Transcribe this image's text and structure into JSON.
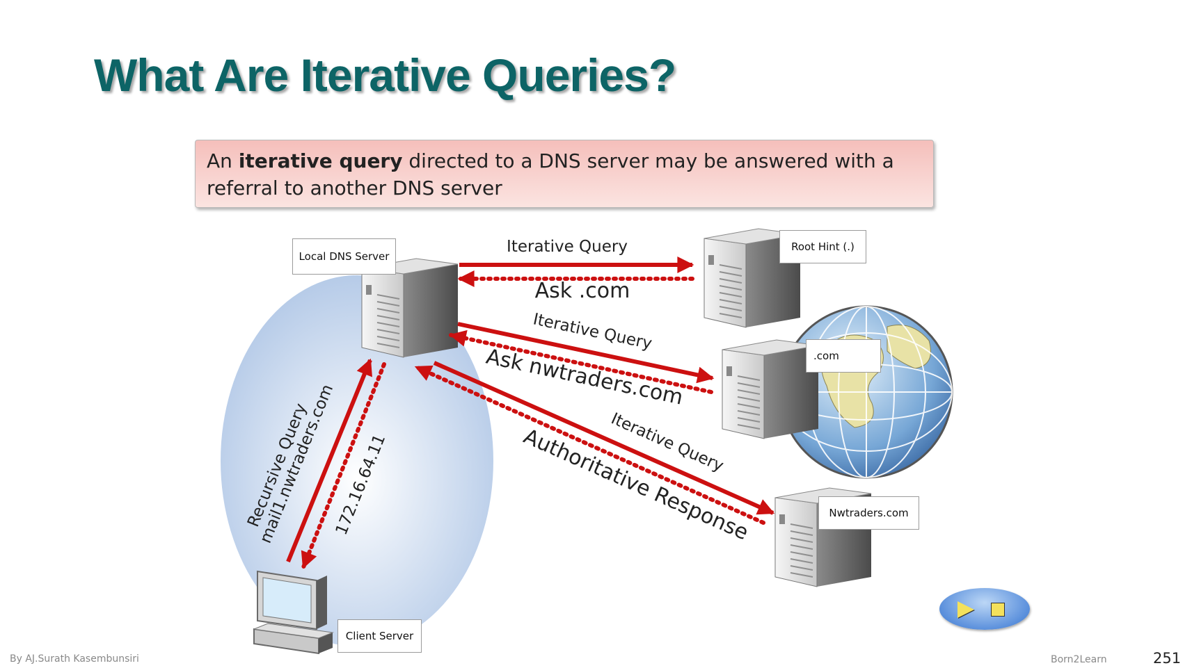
{
  "slide": {
    "title": "What Are Iterative Queries?",
    "definition": {
      "prefix": "An ",
      "term": "iterative query",
      "suffix": " directed to a DNS server may be answered with a referral to another DNS server"
    }
  },
  "nodes": {
    "local_dns": "Local DNS Server",
    "root_hint": "Root Hint (.)",
    "com": ".com",
    "nwtraders": "Nwtraders.com",
    "client": "Client Server"
  },
  "arrows": {
    "root_query": "Iterative Query",
    "root_referral": "Ask .com",
    "com_query": "Iterative Query",
    "com_referral": "Ask nwtraders.com",
    "nw_query": "Iterative Query",
    "nw_response": "Authoritative Response",
    "client_query_line1": "Recursive Query",
    "client_query_line2": "mail1.nwtraders.com",
    "client_answer": "172.16.64.11"
  },
  "footer": {
    "author": "By AJ.Surath Kasembunsiri",
    "brand": "Born2Learn",
    "page_number": "251"
  },
  "colors": {
    "title": "#0d6466",
    "arrow": "#cc1010",
    "zone": "#bcd0ea"
  },
  "icons": [
    "server-icon",
    "globe-icon",
    "computer-icon",
    "play-icon",
    "stop-icon"
  ]
}
